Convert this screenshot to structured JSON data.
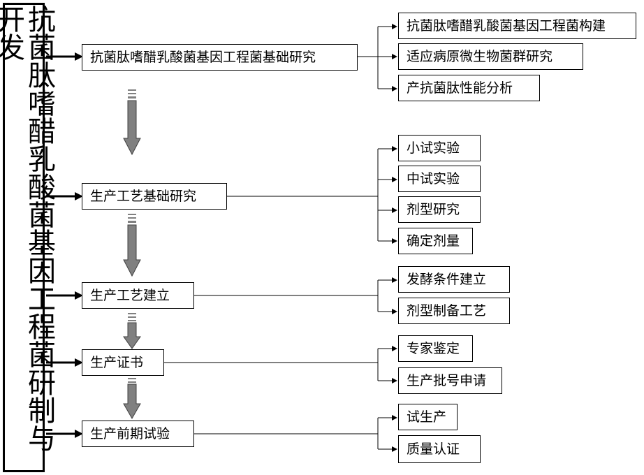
{
  "title": "抗菌肽嗜醋乳酸菌基因工程菌研制与开发",
  "stages": [
    {
      "label": "抗菌肽嗜醋乳酸菌基因工程菌基础研究",
      "subs": [
        "抗菌肽嗜醋乳酸菌基因工程菌构建",
        "适应病原微生物菌群研究",
        "产抗菌肽性能分析"
      ]
    },
    {
      "label": "生产工艺基础研究",
      "subs": [
        "小试实验",
        "中试实验",
        "剂型研究",
        "确定剂量"
      ]
    },
    {
      "label": "生产工艺建立",
      "subs": [
        "发酵条件建立",
        "剂型制备工艺"
      ]
    },
    {
      "label": "生产证书",
      "subs": [
        "专家鉴定",
        "生产批号申请"
      ]
    },
    {
      "label": "生产前期试验",
      "subs": [
        "试生产",
        "质量认证"
      ]
    }
  ],
  "colors": {
    "line": "#000000",
    "arrow_fill": "#808080",
    "arrow_stroke": "#404040"
  }
}
